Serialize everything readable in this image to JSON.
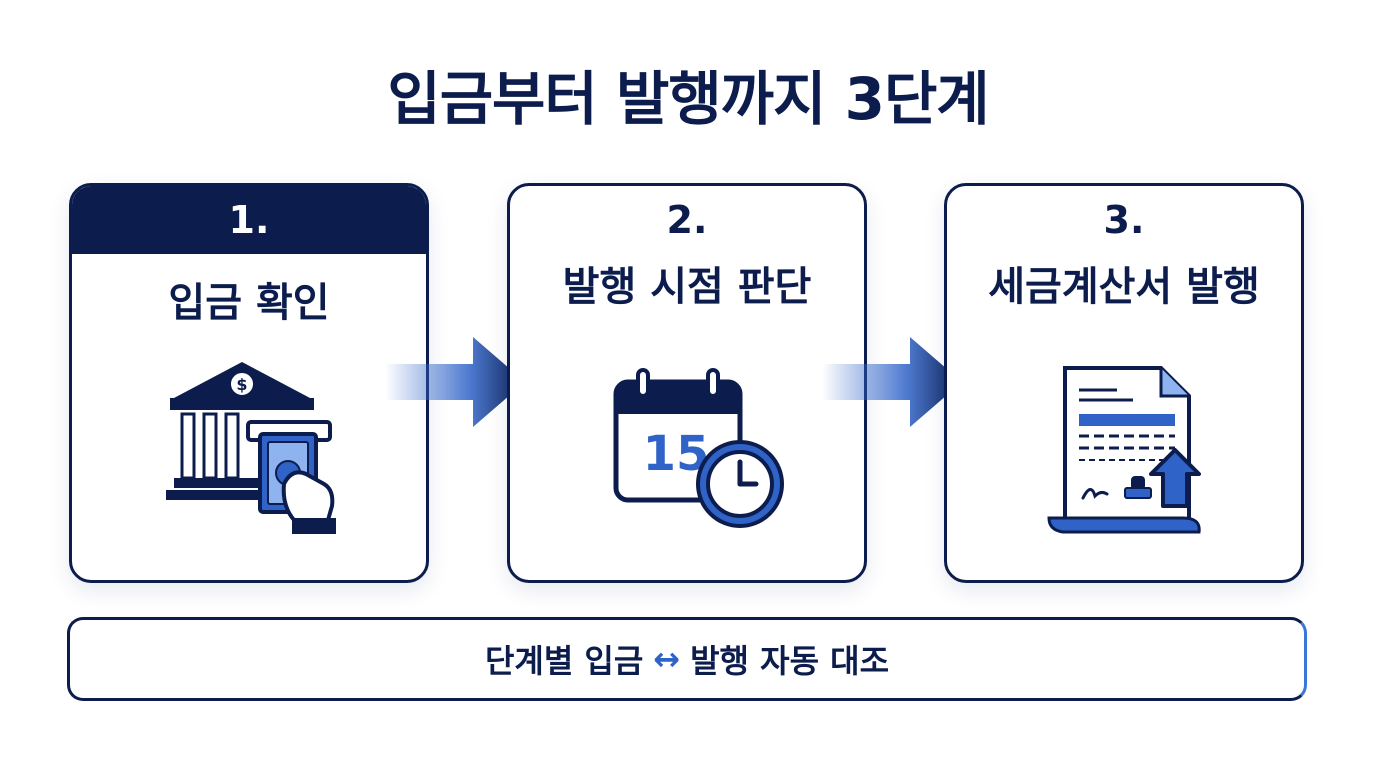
{
  "title": "입금부터 발행까지 3단계",
  "steps": [
    {
      "number": "1.",
      "label": "입금 확인",
      "icon": "bank-payment-icon"
    },
    {
      "number": "2.",
      "label": "발행 시점 판단",
      "icon": "calendar-clock-icon",
      "calendar_day": "15"
    },
    {
      "number": "3.",
      "label": "세금계산서 발행",
      "icon": "tax-invoice-issue-icon"
    }
  ],
  "footer": {
    "left": "단계별 입금",
    "arrow": "↔",
    "right": "발행 자동 대조"
  },
  "colors": {
    "navy": "#0c1d4d",
    "blue": "#2f63c8",
    "light_blue": "#8fb3ee"
  }
}
